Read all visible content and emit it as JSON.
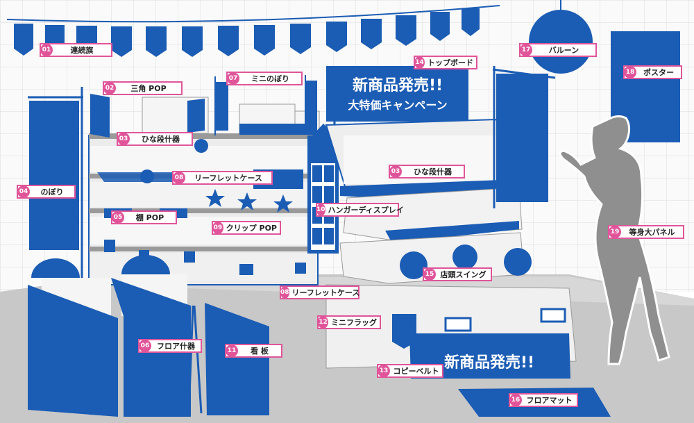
{
  "colors": {
    "blue": "#1b5cb4",
    "pink": "#e0559a",
    "gray": "#d9d9d9",
    "floor": "#c8c8c8",
    "silhouette": "#8f8f8f"
  },
  "board": {
    "line1": "新商品発売!!",
    "line2": "大特価キャンペーン"
  },
  "belt_text": "新商品発売!!",
  "labels": [
    {
      "id": "01",
      "name": "連続旗"
    },
    {
      "id": "02",
      "name": "三角 POP"
    },
    {
      "id": "07",
      "name": "ミニのぼり"
    },
    {
      "id": "14",
      "name": "トップボード"
    },
    {
      "id": "17",
      "name": "バルーン"
    },
    {
      "id": "18",
      "name": "ポスター"
    },
    {
      "id": "03",
      "name": "ひな段什器"
    },
    {
      "id": "03",
      "name": "ひな段什器"
    },
    {
      "id": "04",
      "name": "のぼり"
    },
    {
      "id": "08",
      "name": "リーフレットケース"
    },
    {
      "id": "10",
      "name": "ハンガーディスプレイ"
    },
    {
      "id": "05",
      "name": "棚 POP"
    },
    {
      "id": "09",
      "name": "クリップ POP"
    },
    {
      "id": "19",
      "name": "等身大パネル"
    },
    {
      "id": "15",
      "name": "店頭スイング"
    },
    {
      "id": "08",
      "name": "リーフレットケース"
    },
    {
      "id": "12",
      "name": "ミニフラッグ"
    },
    {
      "id": "06",
      "name": "フロア什器"
    },
    {
      "id": "11",
      "name": "看 板"
    },
    {
      "id": "13",
      "name": "コピーベルト"
    },
    {
      "id": "16",
      "name": "フロアマット"
    }
  ]
}
